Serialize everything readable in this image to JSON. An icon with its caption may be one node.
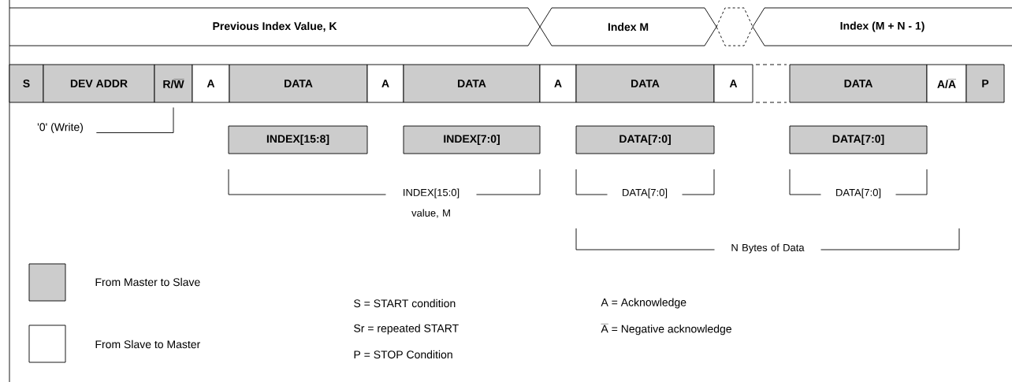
{
  "diagram": {
    "nodes": [
      {
        "text": [
          "Previous Index Value, K"
        ]
      },
      {
        "text": [
          "Index M"
        ]
      },
      {
        "text": [],
        "shape": "hexagon"
      },
      {
        "text": [
          "Index (M + N - 1)"
        ]
      },
      {
        "text": [
          "S"
        ]
      },
      {
        "text": [
          "DEV ADDR"
        ]
      },
      {
        "text": [
          "\\mbox{R/}\\overline{\\mbox{W}}"
        ]
      },
      {
        "text": [
          "A"
        ]
      },
      {
        "text": [
          "DATA"
        ]
      },
      {
        "text": [
          "A"
        ]
      },
      {
        "text": [
          "DATA"
        ]
      },
      {
        "text": [
          "A"
        ]
      },
      {
        "text": [
          "DATA"
        ]
      },
      {
        "text": [
          "A"
        ]
      },
      {
        "text": [],
        "shape": "box"
      },
      {
        "text": [
          "DATA"
        ]
      },
      {
        "text": [
          "\\mbox{A/}\\overline{\\mbox{A}}"
        ]
      },
      {
        "text": [
          "P"
        ]
      },
      {
        "text": [
          "'0' (Write)"
        ]
      },
      {
        "text": [
          "INDEX[15:8]"
        ]
      },
      {
        "text": [
          "INDEX[7:0]"
        ]
      },
      {
        "text": [
          "DATA[7:0]"
        ]
      },
      {
        "text": [
          "DATA[7:0]"
        ]
      }
    ],
    "edges": [
      {
        "from": 18,
        "to": 6,
        "arrow": "none"
      }
    ],
    "labels": [
      "INDEX[15:0] value, M",
      "DATA[7:0]",
      "DATA[7:0]",
      "N Bytes of Data",
      "S = START condition",
      "A = Acknowledge",
      "Sr = repeated START",
      "\\overline{\\mbox{A}}\\mbox{ = Negative acknowledge}",
      "P = STOP Condition"
    ],
    "legend": [
      {
        "text": "From Master to Slave",
        "color": "#cccccc"
      },
      {
        "text": "From Slave to Master"
      }
    ]
  }
}
